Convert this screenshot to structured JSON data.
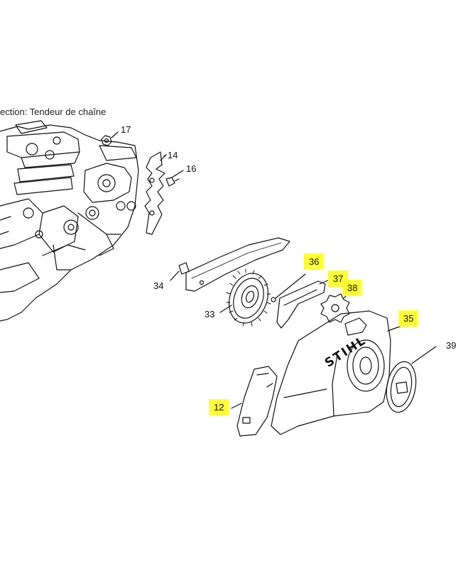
{
  "caption": "ection: Tendeur de chaîne",
  "brand_mark": "STIHL",
  "highlight_color": "#ffff33",
  "callouts": [
    {
      "id": "p17",
      "label": "17",
      "highlighted": false
    },
    {
      "id": "p14",
      "label": "14",
      "highlighted": false
    },
    {
      "id": "p16",
      "label": "16",
      "highlighted": false
    },
    {
      "id": "p36",
      "label": "36",
      "highlighted": true
    },
    {
      "id": "p37",
      "label": "37",
      "highlighted": true
    },
    {
      "id": "p38",
      "label": "38",
      "highlighted": true
    },
    {
      "id": "p34",
      "label": "34",
      "highlighted": false
    },
    {
      "id": "p33",
      "label": "33",
      "highlighted": false
    },
    {
      "id": "p35",
      "label": "35",
      "highlighted": true
    },
    {
      "id": "p39",
      "label": "39",
      "highlighted": false
    },
    {
      "id": "p12",
      "label": "12",
      "highlighted": true
    }
  ]
}
